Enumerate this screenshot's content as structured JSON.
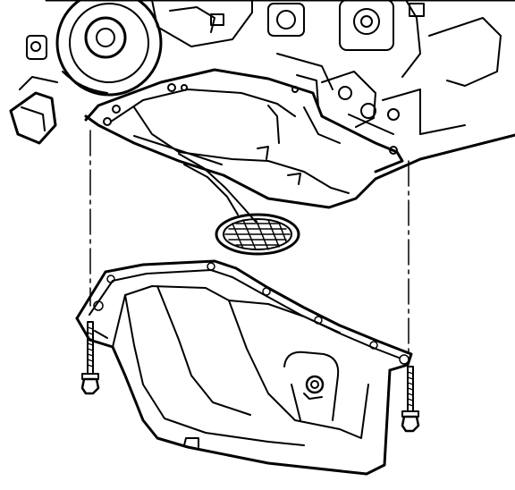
{
  "diagram": {
    "parts": [
      {
        "id": "engine-block",
        "kind": "assembly"
      },
      {
        "id": "oil-pump-pickup-screen",
        "kind": "component"
      },
      {
        "id": "upper-oil-pan-flange",
        "kind": "component"
      },
      {
        "id": "oil-pan",
        "kind": "component"
      },
      {
        "id": "oil-pan-bolt-left",
        "kind": "fastener"
      },
      {
        "id": "oil-pan-bolt-right",
        "kind": "fastener"
      },
      {
        "id": "oil-drain-plug",
        "kind": "fastener"
      }
    ],
    "colors": {
      "line": "#000000",
      "background": "#ffffff"
    }
  }
}
